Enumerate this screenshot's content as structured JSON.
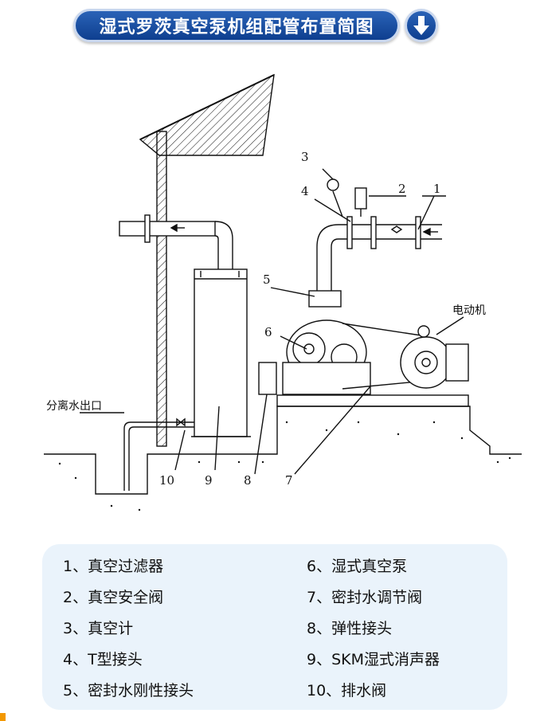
{
  "title": "湿式罗茨真空泵机组配管布置简图",
  "icons": {
    "title_badge": "arrow-down-icon"
  },
  "colors": {
    "title_bg": "#1a4fa3",
    "legend_bg": "#eaf3fb"
  },
  "diagram": {
    "callouts": [
      "1",
      "2",
      "3",
      "4",
      "5",
      "6",
      "7",
      "8",
      "9",
      "10"
    ],
    "motor_label": "电动机",
    "outlet_label": "分离水出口"
  },
  "legend": {
    "items": [
      "1、真空过滤器",
      "2、真空安全阀",
      "3、真空计",
      "4、T型接头",
      "5、密封水刚性接头",
      "6、湿式真空泵",
      "7、密封水调节阀",
      "8、弹性接头",
      "9、SKM湿式消声器",
      "10、排水阀"
    ]
  }
}
